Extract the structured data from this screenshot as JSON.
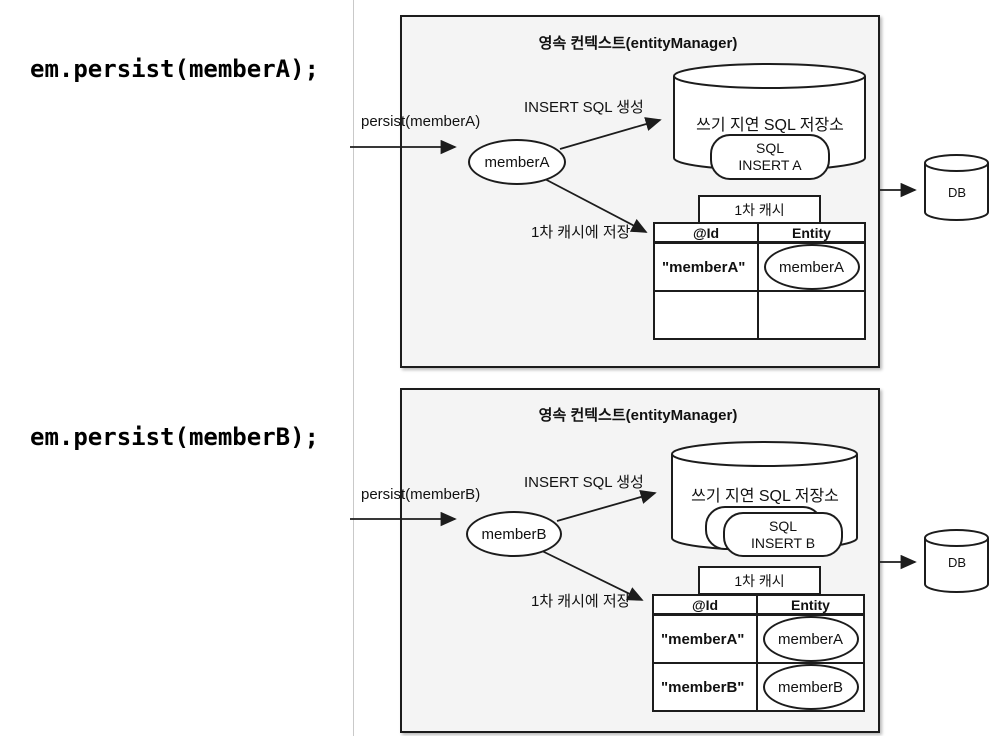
{
  "colors": {
    "context_box_bg": "#f4f4f4",
    "stroke": "#1c1c1c",
    "divider_line": "#c9c9c9"
  },
  "code_lines": [
    {
      "text": "em.persist(memberA);"
    },
    {
      "text": "em.persist(memberB);"
    }
  ],
  "diagrams": [
    {
      "title": "영속 컨텍스트(entityManager)",
      "persist_label": "persist(memberA)",
      "entity_node": "memberA",
      "insert_sql_label": "INSERT SQL 생성",
      "sql_store_label": "쓰기 지연 SQL 저장소",
      "sql_pills": [
        {
          "lines": [
            "SQL",
            "INSERT A"
          ]
        }
      ],
      "cache_label": "1차 캐시",
      "cache_save_label": "1차 캐시에 저장",
      "table": {
        "headers": [
          "@Id",
          "Entity"
        ],
        "rows": [
          {
            "id": "\"memberA\"",
            "entity": "memberA"
          },
          {
            "id": "",
            "entity": null
          }
        ]
      },
      "db_label": "DB"
    },
    {
      "title": "영속 컨텍스트(entityManager)",
      "persist_label": "persist(memberB)",
      "entity_node": "memberB",
      "insert_sql_label": "INSERT SQL 생성",
      "sql_store_label": "쓰기 지연 SQL 저장소",
      "sql_pills": [
        {
          "lines": []
        },
        {
          "lines": [
            "SQL",
            "INSERT B"
          ]
        }
      ],
      "cache_label": "1차 캐시",
      "cache_save_label": "1차 캐시에 저장",
      "table": {
        "headers": [
          "@Id",
          "Entity"
        ],
        "rows": [
          {
            "id": "\"memberA\"",
            "entity": "memberA"
          },
          {
            "id": "\"memberB\"",
            "entity": "memberB"
          }
        ]
      },
      "db_label": "DB"
    }
  ]
}
